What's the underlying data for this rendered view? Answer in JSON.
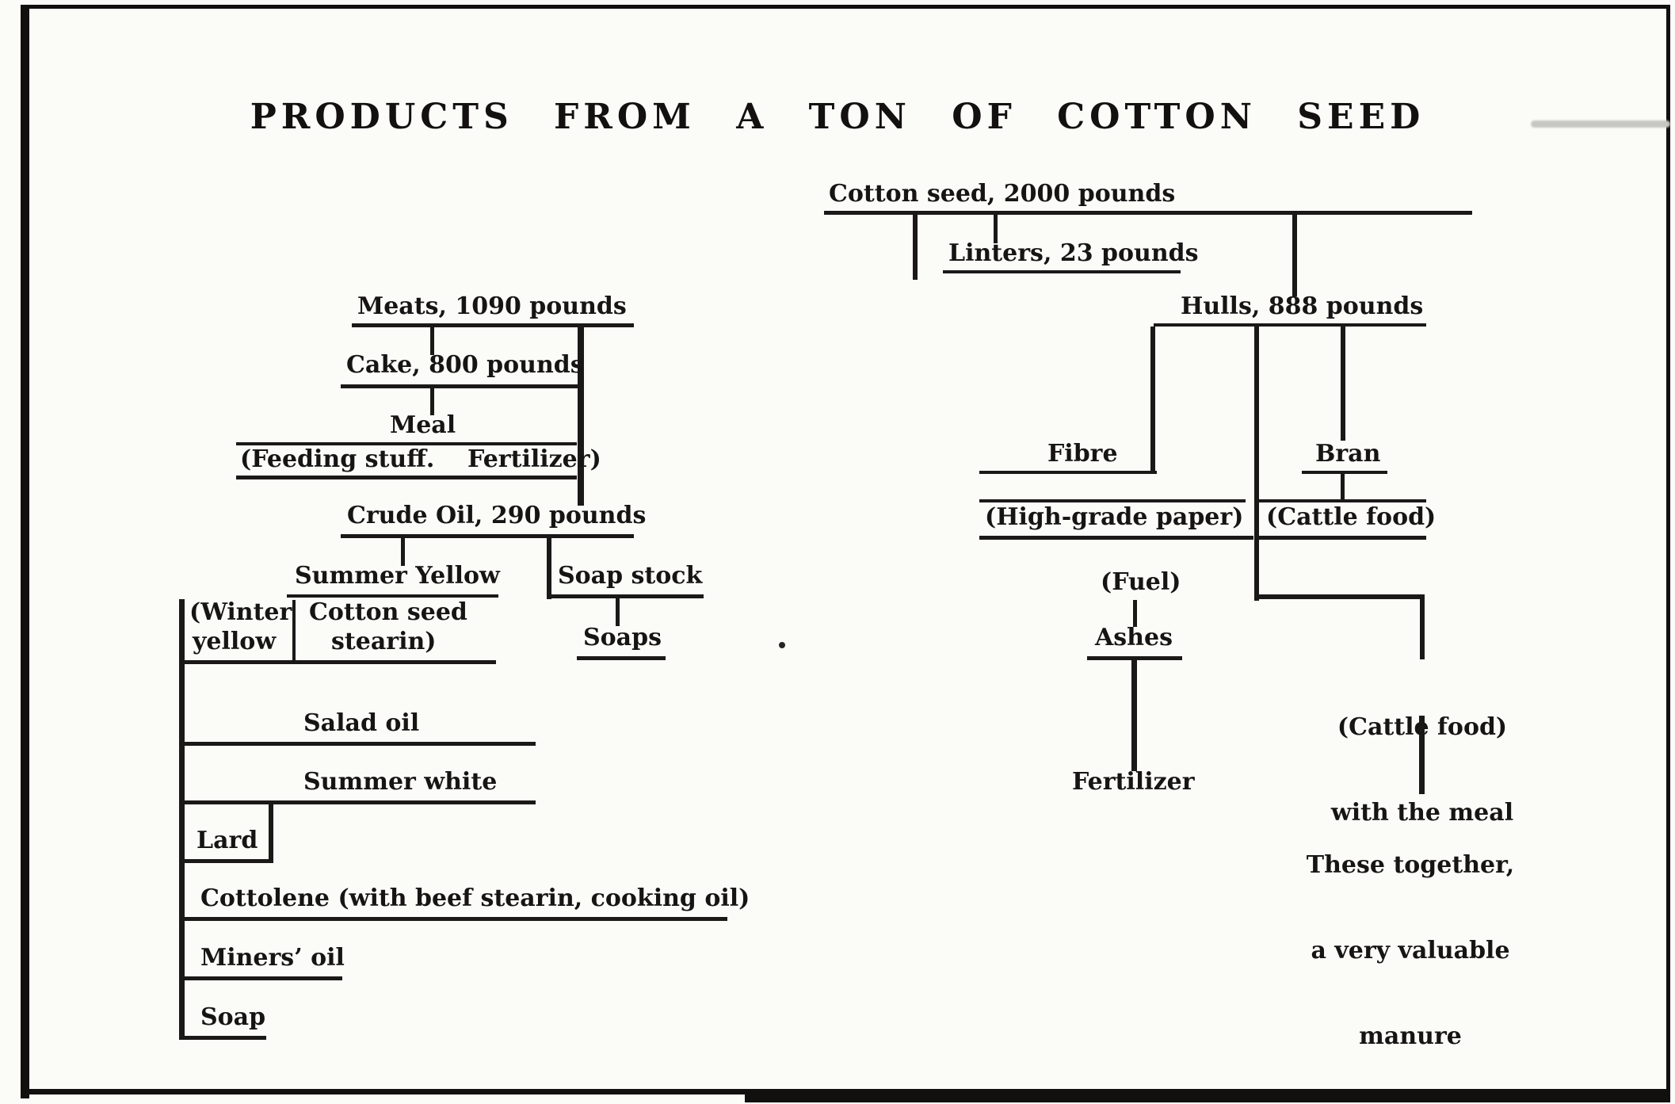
{
  "title": "PRODUCTS FROM A TON OF COTTON SEED",
  "right_tree": {
    "cotton_seed": "Cotton seed, 2000 pounds",
    "linters": "Linters, 23 pounds",
    "hulls": "Hulls, 888 pounds",
    "fibre": "Fibre",
    "fibre_product": "(High-grade paper)",
    "bran": "Bran",
    "bran_product": "(Cattle food)",
    "fuel": "(Fuel)",
    "ashes": "Ashes",
    "fertilizer": "Fertilizer",
    "cattle_food_meal_line1": "(Cattle food)",
    "cattle_food_meal_line2": "with the meal",
    "manure_line1": "These together,",
    "manure_line2": "a very valuable",
    "manure_line3": "manure"
  },
  "left_tree": {
    "meats": "Meats, 1090 pounds",
    "cake": "Cake, 800 pounds",
    "meal": "Meal",
    "meal_products": "(Feeding stuff.    Fertilizer)",
    "crude_oil": "Crude Oil, 290 pounds",
    "summer_yellow": "Summer Yellow",
    "soap_stock": "Soap stock",
    "soaps": "Soaps",
    "winter_yellow_line1": "(Winter",
    "winter_yellow_line2": "yellow",
    "stearin_line1": "Cotton seed",
    "stearin_line2": "stearin)",
    "salad_oil": "Salad oil",
    "summer_white": "Summer white",
    "lard": "Lard",
    "cottolene": "Cottolene (with beef stearin, cooking oil)",
    "miners_oil": "Miners’ oil",
    "soap": "Soap"
  }
}
